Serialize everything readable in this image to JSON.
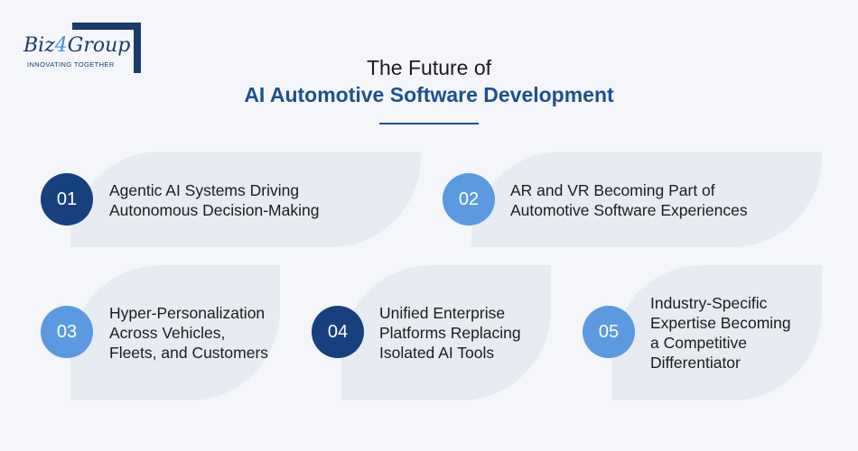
{
  "logo": {
    "brand_part1": "Biz",
    "brand_accent": "4",
    "brand_part2": "Group",
    "tagline": "INNOVATING TOGETHER"
  },
  "title": {
    "line1": "The Future of",
    "line2": "AI Automotive Software Development"
  },
  "colors": {
    "badge_dark": "#17407e",
    "badge_light": "#5b9ae0",
    "title_accent": "#1e4f8f",
    "card_bg": "#e7ebf2"
  },
  "items": [
    {
      "number": "01",
      "text_lines": [
        "Agentic AI Systems Driving",
        "Autonomous Decision-Making"
      ]
    },
    {
      "number": "02",
      "text_lines": [
        "AR and VR Becoming Part of",
        "Automotive Software Experiences"
      ]
    },
    {
      "number": "03",
      "text_lines": [
        "Hyper-Personalization",
        "Across Vehicles,",
        "Fleets, and Customers"
      ]
    },
    {
      "number": "04",
      "text_lines": [
        "Unified Enterprise",
        "Platforms Replacing",
        "Isolated AI Tools"
      ]
    },
    {
      "number": "05",
      "text_lines": [
        "Industry-Specific",
        "Expertise Becoming",
        "a Competitive",
        "Differentiator"
      ]
    }
  ]
}
